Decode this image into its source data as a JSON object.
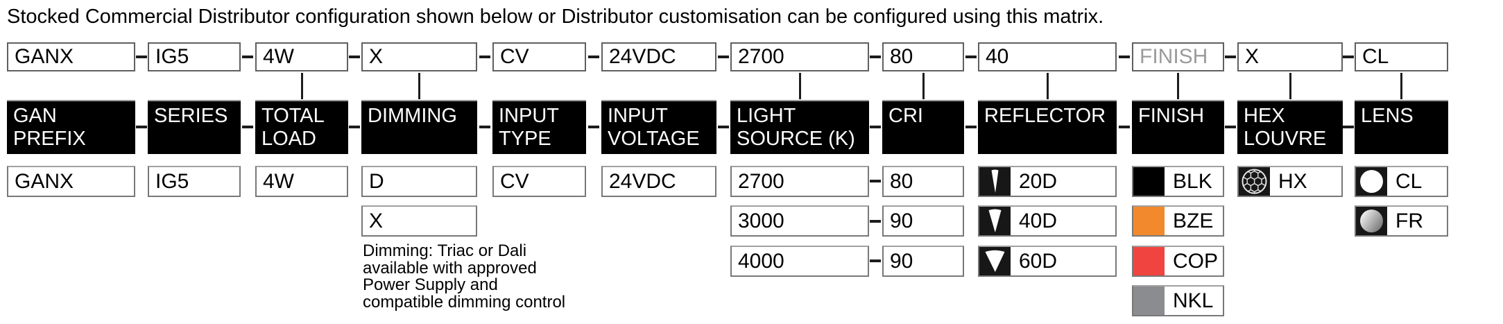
{
  "title": "Stocked Commercial Distributor configuration shown below or Distributor customisation can be configured using this matrix.",
  "colors": {
    "header_bg": "#000000",
    "header_text": "#ffffff",
    "muted_text": "#9b9b9b",
    "icon_square_bg": "#171717",
    "connector": "#1c1c1c"
  },
  "columns": [
    {
      "header": "GAN\nPREFIX",
      "top_value": "GANX",
      "options": [
        {
          "label": "GANX"
        }
      ]
    },
    {
      "header": "SERIES",
      "top_value": "IG5",
      "options": [
        {
          "label": "IG5"
        }
      ]
    },
    {
      "header": "TOTAL\nLOAD",
      "top_value": "4W",
      "options": [
        {
          "label": "4W"
        }
      ]
    },
    {
      "header": "DIMMING",
      "top_value": "X",
      "options": [
        {
          "label": "D"
        },
        {
          "label": "X"
        }
      ],
      "note": "Dimming: Triac or Dali\navailable with approved\nPower Supply and\ncompatible dimming control"
    },
    {
      "header": "INPUT\nTYPE",
      "top_value": "CV",
      "options": [
        {
          "label": "CV"
        }
      ]
    },
    {
      "header": "INPUT\nVOLTAGE",
      "top_value": "24VDC",
      "options": [
        {
          "label": "24VDC"
        }
      ]
    },
    {
      "header": "LIGHT\nSOURCE (K)",
      "top_value": "2700",
      "options": [
        {
          "label": "2700"
        },
        {
          "label": "3000"
        },
        {
          "label": "4000"
        }
      ]
    },
    {
      "header": "CRI",
      "top_value": "80",
      "options": [
        {
          "label": "80"
        },
        {
          "label": "90"
        },
        {
          "label": "90"
        }
      ]
    },
    {
      "header": "REFLECTOR",
      "top_value": "40",
      "options": [
        {
          "label": "20D",
          "icon": "beam-narrow-icon"
        },
        {
          "label": "40D",
          "icon": "beam-medium-icon"
        },
        {
          "label": "60D",
          "icon": "beam-wide-icon"
        }
      ]
    },
    {
      "header": "FINISH",
      "top_value": "FINISH",
      "top_value_muted": true,
      "options": [
        {
          "label": "BLK",
          "swatch": "#000000"
        },
        {
          "label": "BZE",
          "swatch": "#F28A2D"
        },
        {
          "label": "COP",
          "swatch": "#EF4440"
        },
        {
          "label": "NKL",
          "swatch": "#8A8C8F"
        }
      ]
    },
    {
      "header": "HEX\nLOUVRE",
      "top_value": "X",
      "options": [
        {
          "label": "HX",
          "icon": "hex-louvre-icon"
        }
      ]
    },
    {
      "header": "LENS",
      "top_value": "CL",
      "options": [
        {
          "label": "CL",
          "icon": "lens-clear-icon"
        },
        {
          "label": "FR",
          "icon": "lens-frosted-icon"
        }
      ]
    }
  ]
}
